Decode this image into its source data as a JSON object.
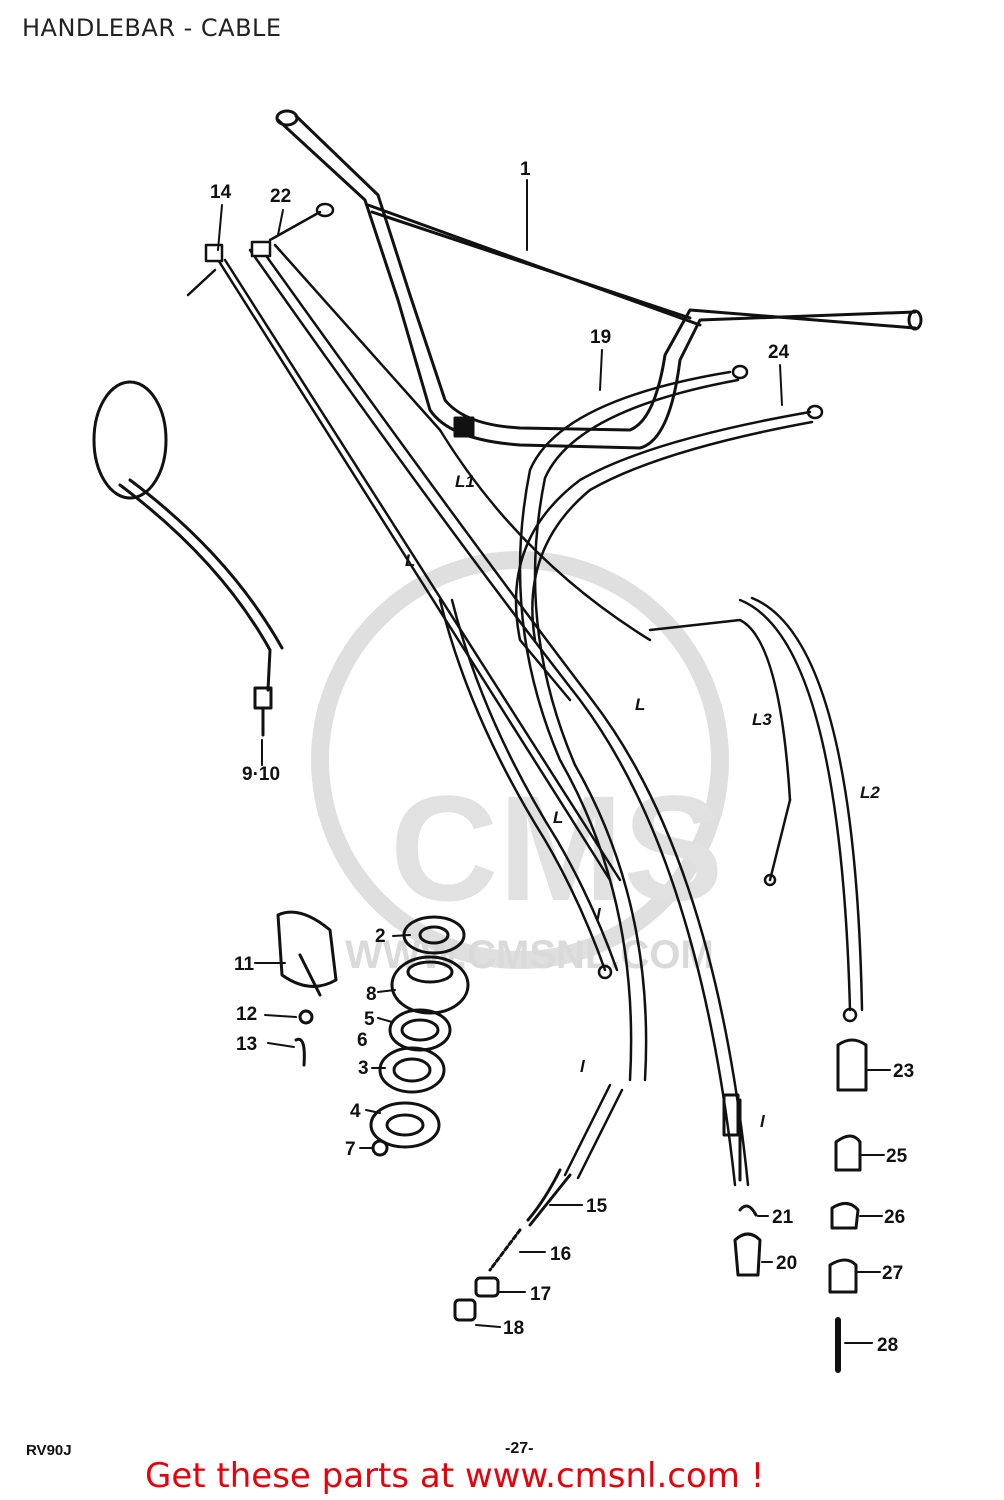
{
  "header": {
    "title": "HANDLEBAR - CABLE"
  },
  "footer": {
    "model_code": "RV90J",
    "page_number": "-27-",
    "promo_text": "Get these parts at www.cmsnl.com !"
  },
  "watermark": {
    "text": "CMS",
    "url_text": "WWW.CMSNL.COM"
  },
  "colors": {
    "ink": "#111111",
    "promo": "#e8000b",
    "watermark": "#d8d8d8"
  },
  "callouts": {
    "p1": "1",
    "p14": "14",
    "p22": "22",
    "p19": "19",
    "p24": "24",
    "p9_10": "9·10",
    "p11": "11",
    "p2": "2",
    "p8": "8",
    "p12": "12",
    "p5": "5",
    "p13": "13",
    "p6": "6",
    "p3": "3",
    "p4": "4",
    "p7": "7",
    "p23": "23",
    "p25": "25",
    "p26": "26",
    "p27": "27",
    "p28": "28",
    "p21": "21",
    "p20": "20",
    "p15": "15",
    "p16": "16",
    "p17": "17",
    "p18": "18"
  },
  "dimension_labels": {
    "L": "L",
    "L1": "L1",
    "L2": "L2",
    "L3": "L3",
    "l": "l"
  }
}
